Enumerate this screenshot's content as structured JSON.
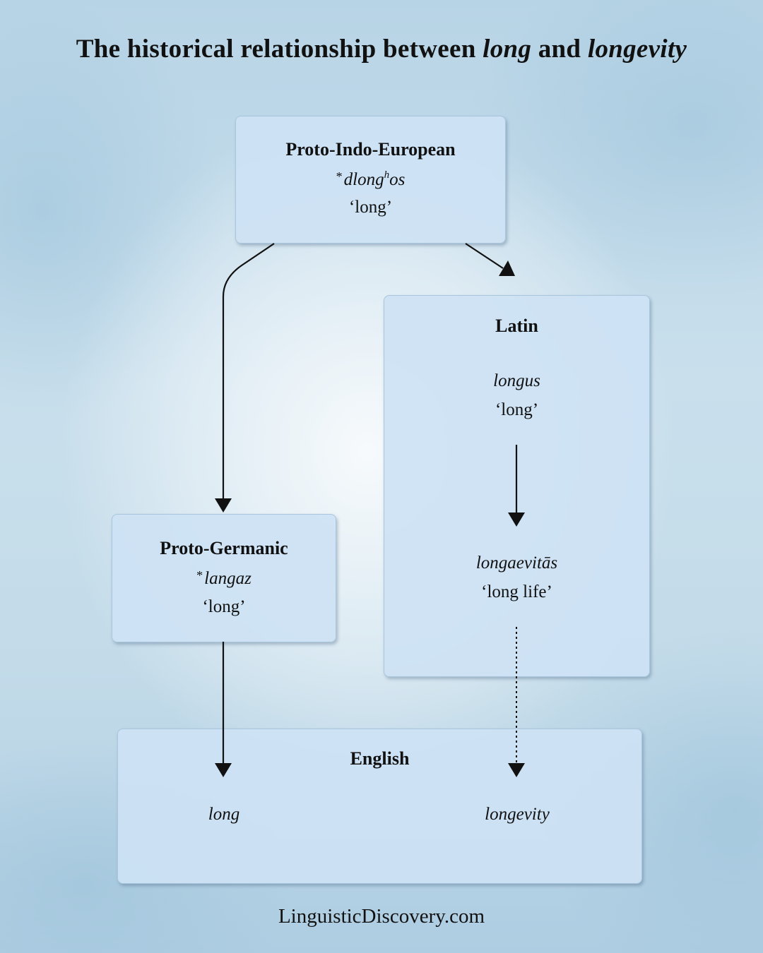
{
  "title": {
    "prefix": "The historical relationship between ",
    "word1": "long",
    "middle": " and ",
    "word2": "longevity"
  },
  "nodes": {
    "pie": {
      "label": "Proto-Indo-European",
      "asterisk": "*",
      "form_pre": "dlong",
      "form_sup": "h",
      "form_post": "os",
      "gloss": "‘long’"
    },
    "latin": {
      "label": "Latin",
      "form1": "longus",
      "gloss1": "‘long’",
      "form2": "longaevitās",
      "gloss2": "‘long life’"
    },
    "proto_germanic": {
      "label": "Proto-Germanic",
      "asterisk": "*",
      "form": "langaz",
      "gloss": "‘long’"
    },
    "english": {
      "label": "English",
      "form_left": "long",
      "form_right": "longevity"
    }
  },
  "edges": [
    {
      "from": "Proto-Indo-European",
      "to": "Proto-Germanic",
      "style": "solid"
    },
    {
      "from": "Proto-Indo-European",
      "to": "Latin",
      "style": "solid"
    },
    {
      "from": "longus",
      "to": "longaevitās",
      "style": "solid"
    },
    {
      "from": "Proto-Germanic",
      "to": "long",
      "style": "solid"
    },
    {
      "from": "longaevitās",
      "to": "longevity",
      "style": "dotted"
    }
  ],
  "footer": "LinguisticDiscovery.com"
}
